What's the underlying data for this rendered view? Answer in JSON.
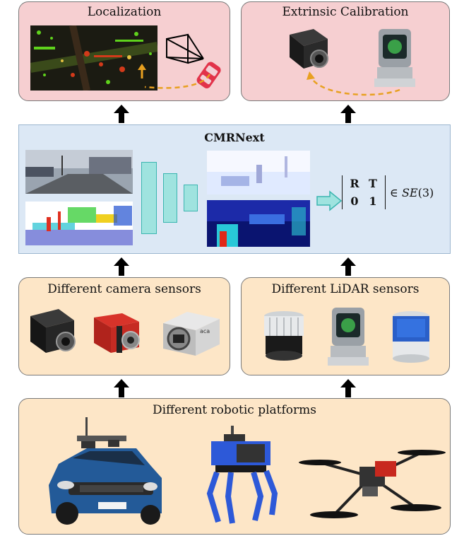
{
  "panels": {
    "localization": "Localization",
    "extrinsic": "Extrinsic Calibration",
    "cmrnext": "CMRNext",
    "camera_sensors": "Different camera sensors",
    "lidar_sensors": "Different LiDAR sensors",
    "platforms": "Different robotic platforms"
  },
  "matrix": {
    "r": "R",
    "t": "T",
    "zero": "0",
    "one": "1",
    "in": "∈ ",
    "se_name": "SE",
    "se_arg": "(3)"
  },
  "colors": {
    "pink": "#f6cfd1",
    "blue": "#dce8f5",
    "peach": "#fde6c7",
    "arrow": "#000000",
    "dashed": "#e8a020",
    "teal": "#3bb5b0"
  }
}
